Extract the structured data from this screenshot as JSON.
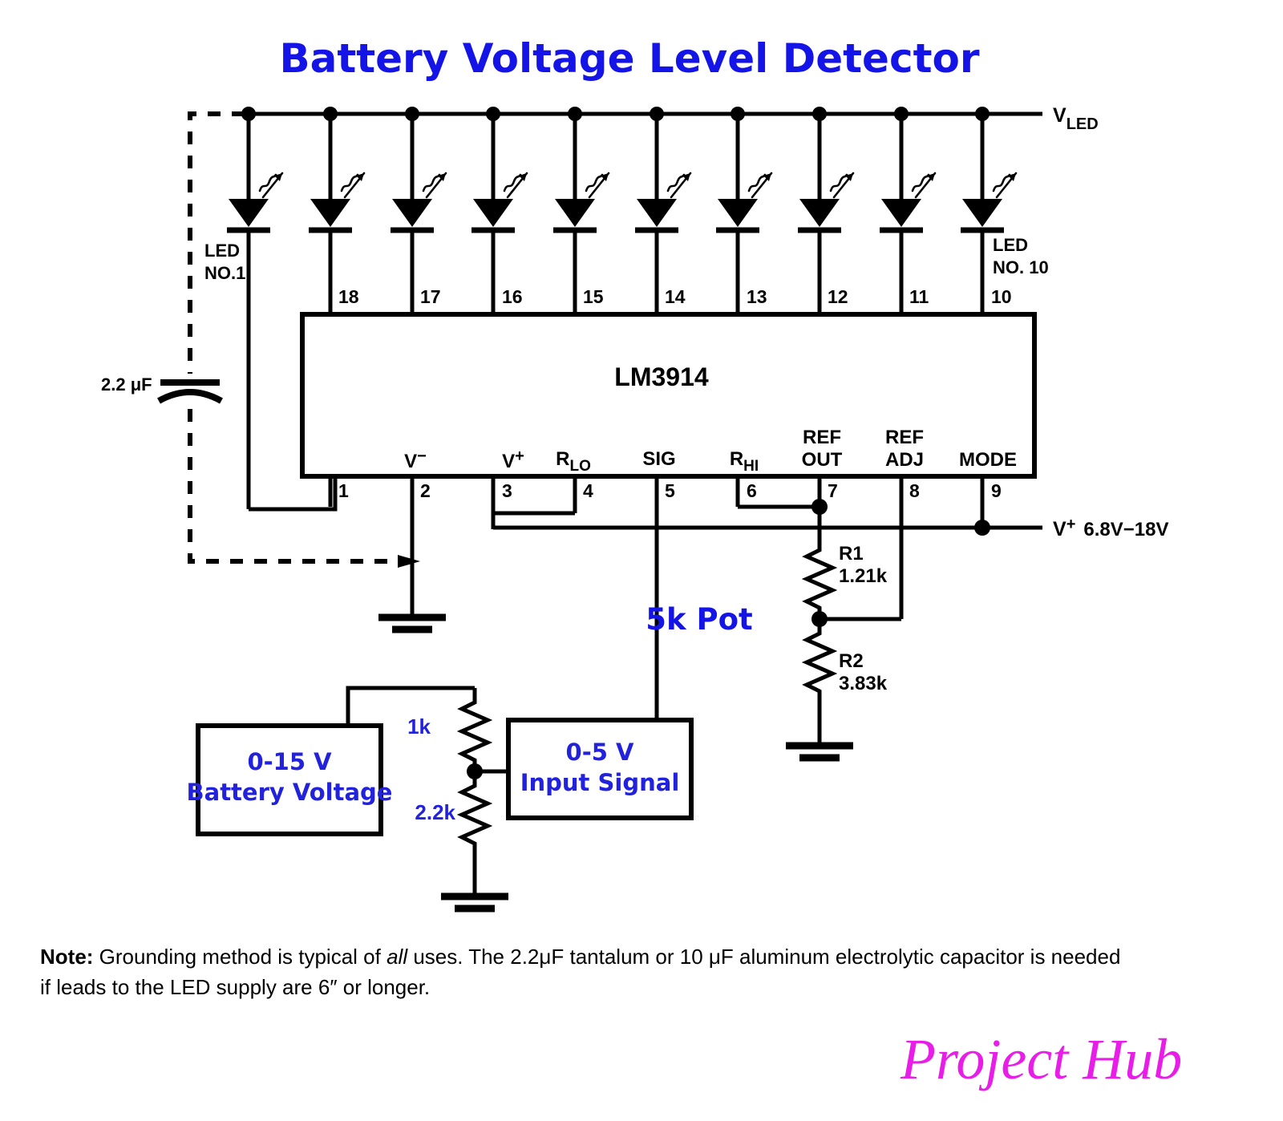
{
  "title": "Battery Voltage Level Detector",
  "colors": {
    "title_blue": "#1414E6",
    "annotation_blue": "#2222DD",
    "wire_black": "#000000",
    "signature_magenta": "#E81EE8",
    "background": "#FFFFFF"
  },
  "ic": {
    "name": "LM3914",
    "top_pins": [
      "18",
      "17",
      "16",
      "15",
      "14",
      "13",
      "12",
      "11",
      "10"
    ],
    "bottom_pins": [
      "1",
      "2",
      "3",
      "4",
      "5",
      "6",
      "7",
      "8",
      "9"
    ],
    "bottom_pin_labels": [
      {
        "pin": "1",
        "label": "",
        "sub": ""
      },
      {
        "pin": "2",
        "label": "V",
        "sup": "−"
      },
      {
        "pin": "3",
        "label": "V",
        "sup": "+"
      },
      {
        "pin": "4",
        "label": "R",
        "sub": "LO"
      },
      {
        "pin": "5",
        "label": "SIG",
        "sub": ""
      },
      {
        "pin": "6",
        "label": "R",
        "sub": "HI"
      },
      {
        "pin": "7",
        "label": "REF OUT",
        "line1": "REF",
        "line2": "OUT"
      },
      {
        "pin": "8",
        "label": "REF ADJ",
        "line1": "REF",
        "line2": "ADJ"
      },
      {
        "pin": "9",
        "label": "MODE",
        "sub": ""
      }
    ]
  },
  "led_bank": {
    "count": 10,
    "first_label_line1": "LED",
    "first_label_line2": "NO.1",
    "last_label_line1": "LED",
    "last_label_line2": "NO. 10",
    "supply_rail_label": "V",
    "supply_rail_sub": "LED"
  },
  "components": {
    "capacitor": {
      "value": "2.2",
      "unit": "μF",
      "display": "2.2 μF"
    },
    "r1": {
      "ref": "R1",
      "value": "1.21k"
    },
    "r2": {
      "ref": "R2",
      "value": "3.83k"
    },
    "pot": {
      "label": "5k Pot"
    },
    "divider_top": {
      "value": "1k"
    },
    "divider_bottom": {
      "value": "2.2k"
    }
  },
  "supply": {
    "vplus_symbol": "V",
    "vplus_sup": "+",
    "vplus_range": "6.8V−18V"
  },
  "boxes": {
    "battery": {
      "line1": "0-15 V",
      "line2": "Battery Voltage"
    },
    "input": {
      "line1": "0-5 V",
      "line2": "Input Signal"
    }
  },
  "note": {
    "bold_prefix": "Note:",
    "part_a": " Grounding method is typical of ",
    "italic_all": "all",
    "part_b": " uses. The 2.2μF tantalum or 10 μF aluminum electrolytic capacitor is needed",
    "line2": "if leads to the LED supply are 6″ or longer."
  },
  "signature": "Project Hub"
}
